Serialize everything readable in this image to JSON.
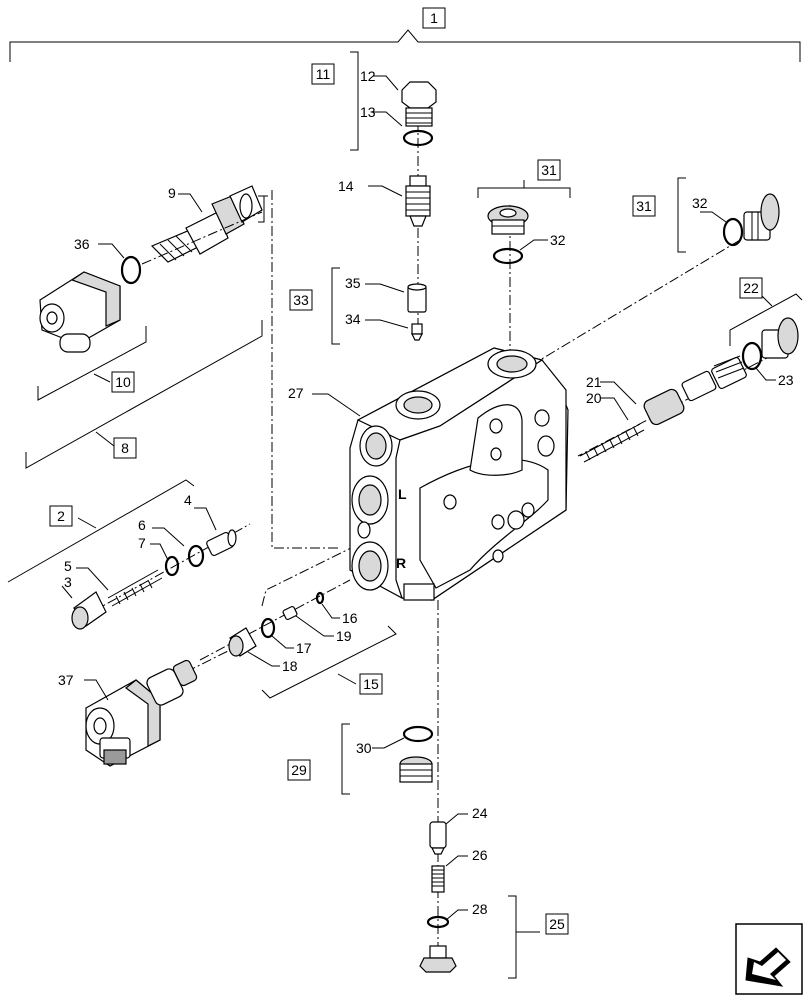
{
  "callouts": {
    "c1": "1",
    "c2": "2",
    "c3": "3",
    "c4": "4",
    "c5": "5",
    "c6": "6",
    "c7": "7",
    "c8": "8",
    "c9": "9",
    "c10": "10",
    "c11": "11",
    "c12": "12",
    "c13": "13",
    "c14": "14",
    "c15": "15",
    "c16": "16",
    "c17": "17",
    "c18": "18",
    "c19": "19",
    "c20": "20",
    "c21": "21",
    "c22": "22",
    "c23": "23",
    "c24": "24",
    "c25": "25",
    "c26": "26",
    "c27": "27",
    "c28": "28",
    "c29": "29",
    "c30": "30",
    "c31a": "31",
    "c31b": "31",
    "c32a": "32",
    "c32b": "32",
    "c33": "33",
    "c34": "34",
    "c35": "35",
    "c36": "36",
    "c37": "37"
  },
  "port_marks": {
    "left": "L",
    "right": "R"
  },
  "icons": {
    "nav": "arrow-nav-icon"
  }
}
